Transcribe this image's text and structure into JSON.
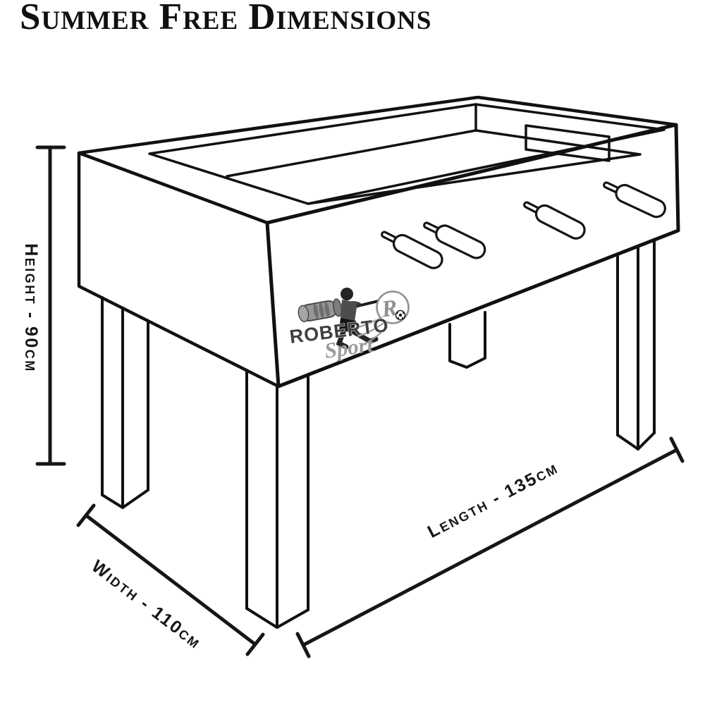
{
  "title": "Summer Free Dimensions",
  "dimensions": {
    "height": "Height - 90cm",
    "width": "Width - 110cm",
    "length": "Length - 135cm"
  },
  "logo": {
    "brand": "ROBERTO",
    "subbrand": "Sport",
    "monogram": "R"
  },
  "colors": {
    "line": "#111111",
    "background": "#ffffff",
    "logo_gray": "#8f8f8f",
    "logo_dark": "#3f3f3f"
  }
}
